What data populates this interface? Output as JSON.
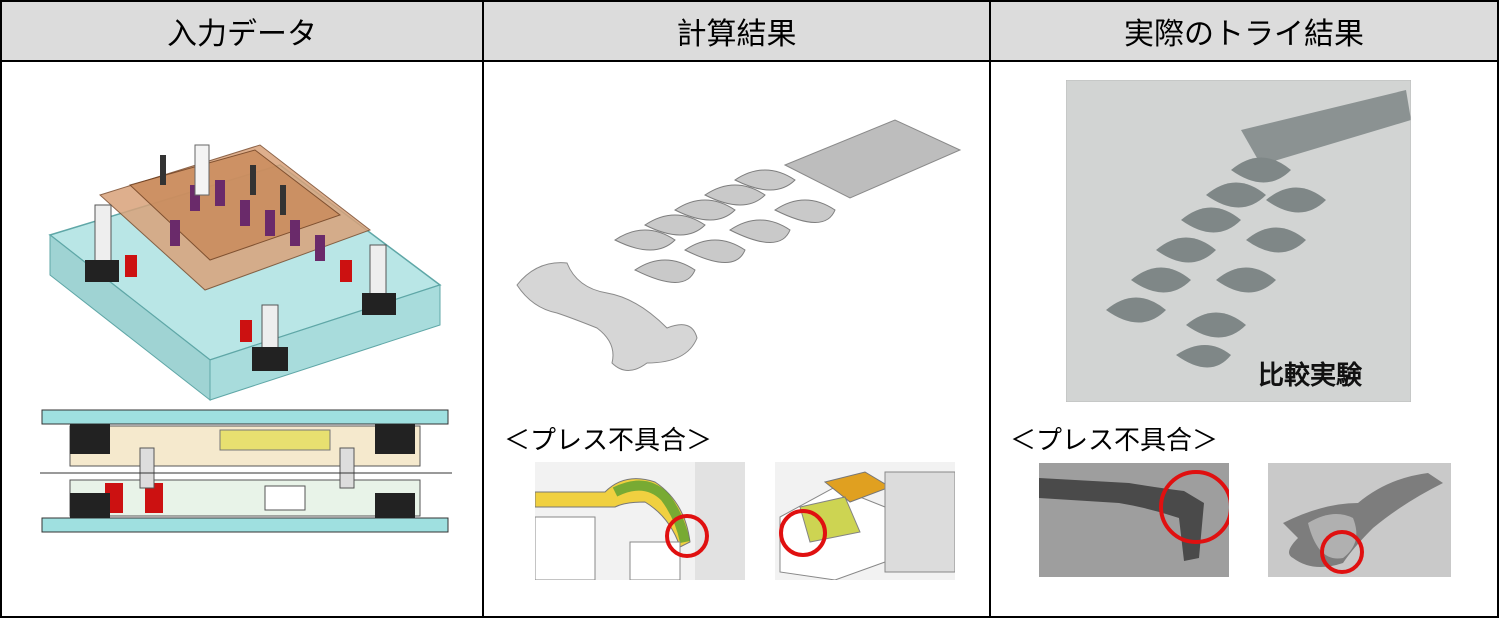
{
  "columns": [
    {
      "header": "入力データ"
    },
    {
      "header": "計算結果",
      "defect_label": "＜プレス不具合＞"
    },
    {
      "header": "実際のトライ結果",
      "defect_label": "＜プレス不具合＞",
      "photo_caption": "比較実験"
    }
  ],
  "colors": {
    "header_bg": "#dcdcdc",
    "border": "#000000",
    "highlight": "#e01010"
  }
}
